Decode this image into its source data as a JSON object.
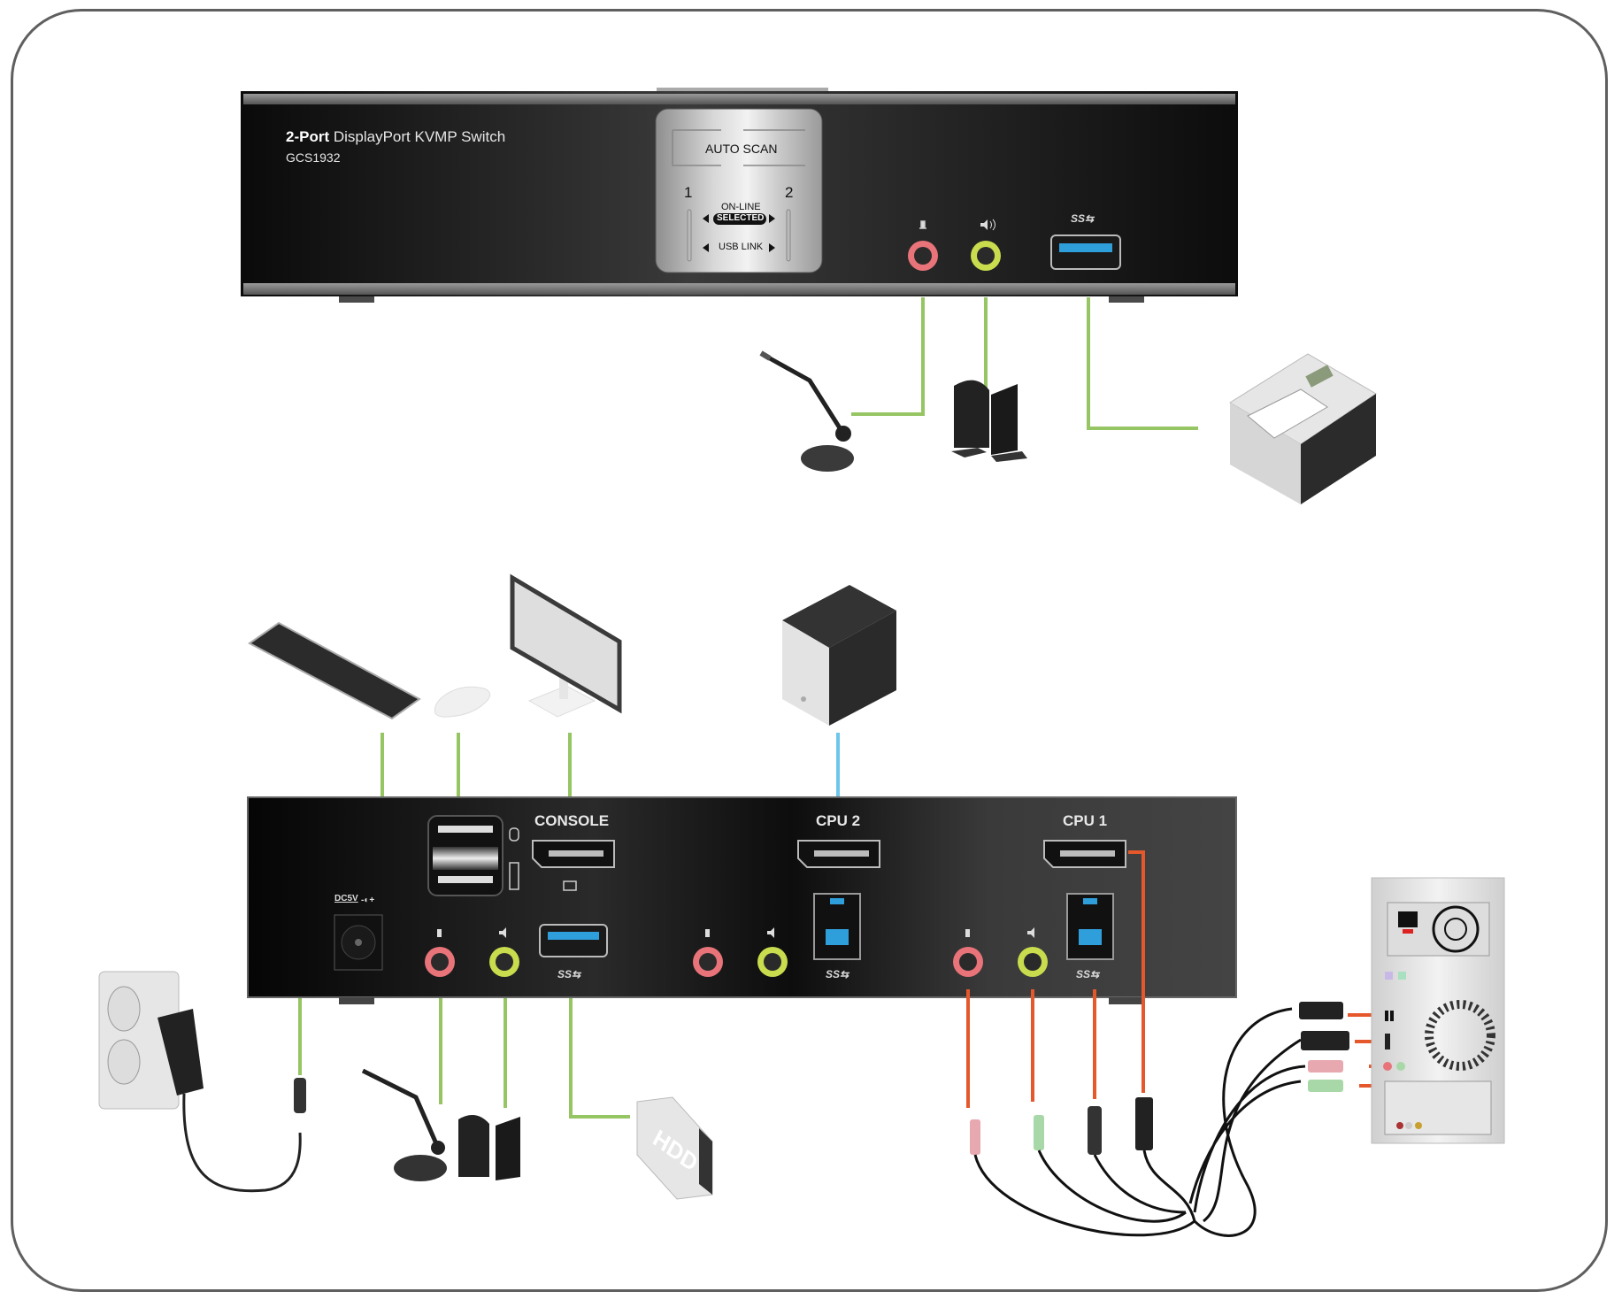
{
  "diagram": {
    "title": "GCS1932 installation diagram",
    "colors": {
      "frame": "#5f5f5f",
      "console_cable": "#96c564",
      "cpu2_cable": "#6ec6ea",
      "cpu1_cable": "#e5582b",
      "mic_jack": "#e8747a",
      "speaker_jack": "#c8dc4e",
      "usb3_blue": "#2f9fdc"
    }
  },
  "front_panel": {
    "title_bold": "2-Port",
    "title_rest": " DisplayPort KVMP Switch",
    "model": "GCS1932",
    "auto_scan": "AUTO SCAN",
    "port1": "1",
    "port2": "2",
    "online": "ON-LINE",
    "selected": "SELECTED",
    "usb_link": "USB LINK",
    "usb_logo": "SS⇆",
    "jacks": [
      "microphone",
      "speaker"
    ]
  },
  "front_devices": [
    {
      "name": "microphone",
      "port": "mic"
    },
    {
      "name": "speakers",
      "port": "speaker"
    },
    {
      "name": "printer",
      "port": "usb3"
    }
  ],
  "rear_panel": {
    "power_label": "DC5V",
    "power_symbol": "-◐+",
    "console_label": "CONSOLE",
    "cpu2_label": "CPU 2",
    "cpu1_label": "CPU 1",
    "usb_logo": "SS⇆"
  },
  "console_devices": [
    {
      "name": "keyboard"
    },
    {
      "name": "mouse"
    },
    {
      "name": "monitor"
    },
    {
      "name": "microphone"
    },
    {
      "name": "speakers"
    },
    {
      "name": "external-hdd",
      "label": "HDD"
    },
    {
      "name": "power-adapter"
    }
  ],
  "cpu2_device": {
    "name": "computer-tower"
  },
  "cpu1_device": {
    "name": "computer-rear",
    "cables": [
      "microphone",
      "speaker",
      "usb",
      "displayport"
    ]
  }
}
